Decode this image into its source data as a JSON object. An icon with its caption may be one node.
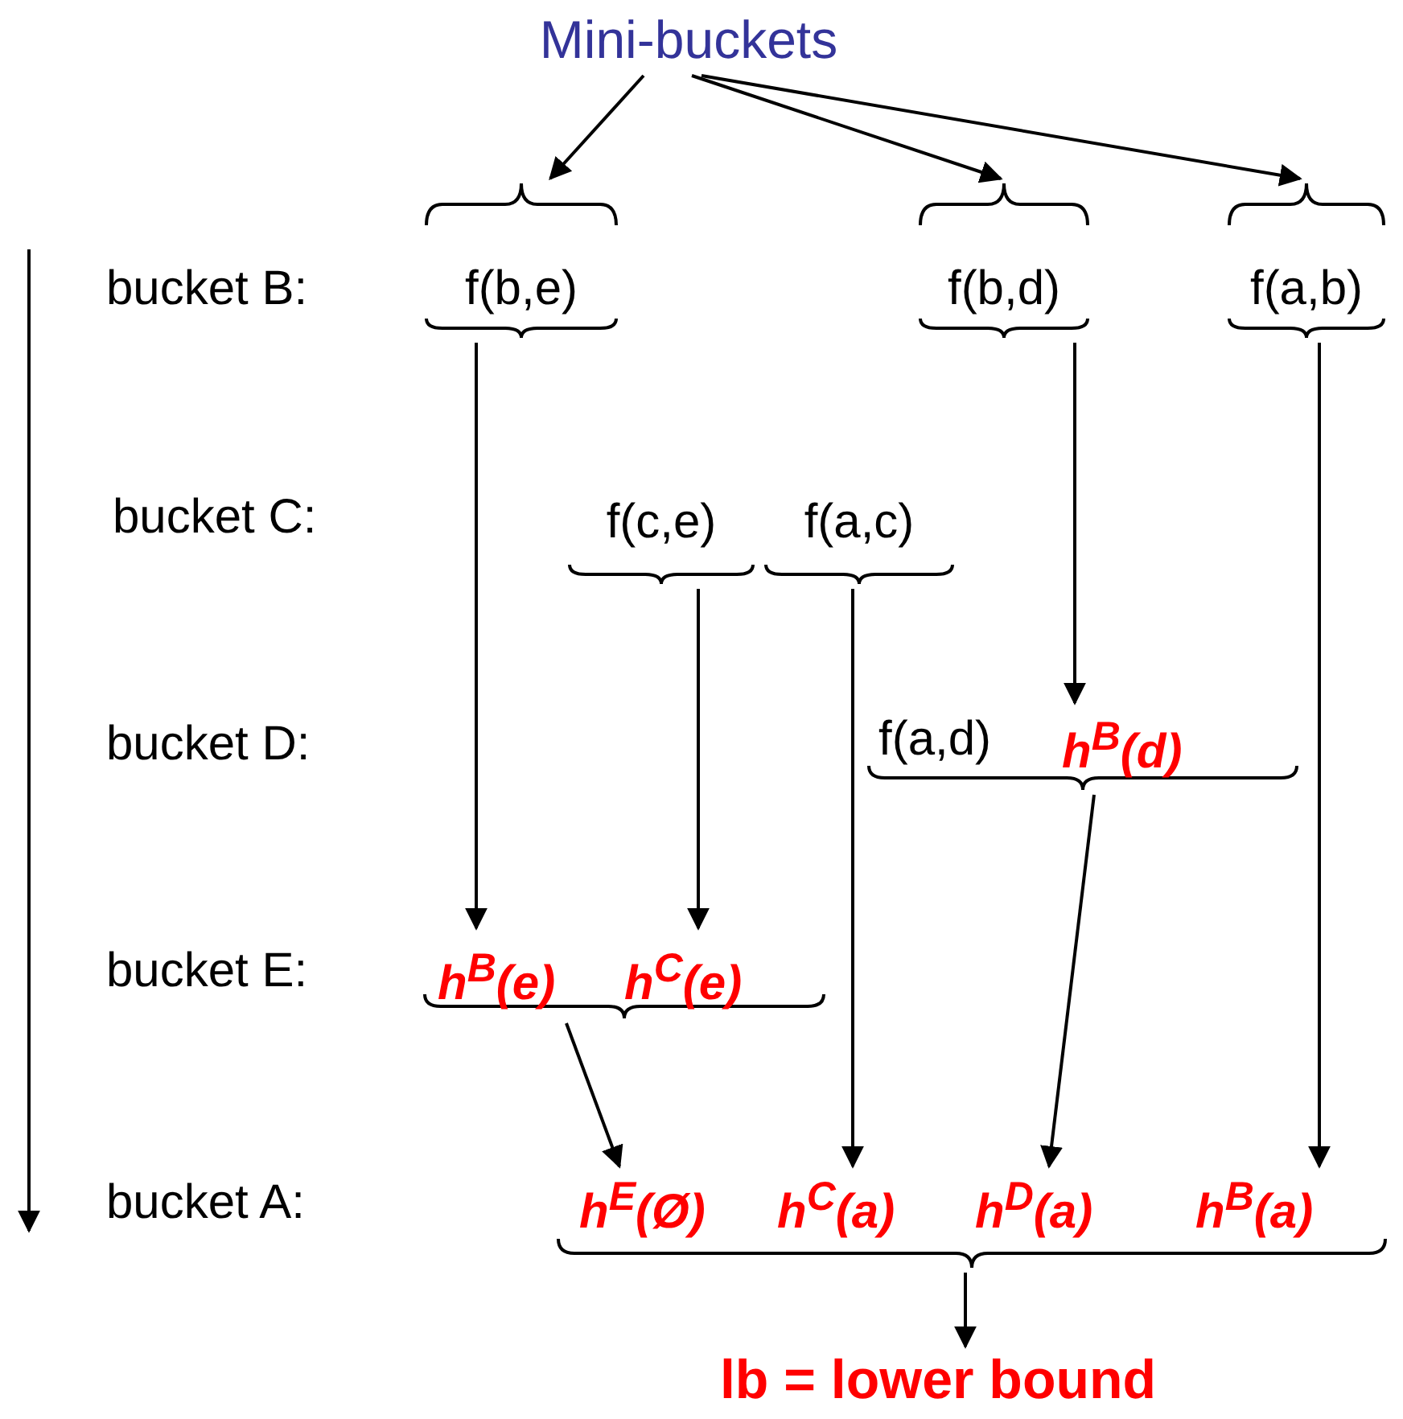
{
  "diagram": {
    "nodes": [
      {
        "text": [
          "Mini-buckets"
        ]
      },
      {
        "text": [
          "f(b,e)"
        ]
      },
      {
        "text": [
          "f(b,d)"
        ]
      },
      {
        "text": [
          "f(a,b)"
        ]
      },
      {
        "text": [
          "f(c,e)"
        ]
      },
      {
        "text": [
          "f(a,c)"
        ]
      },
      {
        "text": [
          "f(a,d)",
          "h$^{B}$(d)"
        ]
      },
      {
        "text": [
          "h$^{B}$(e)",
          "h$^{C}$(e)"
        ]
      },
      {
        "text": [],
        "shape": "brace"
      },
      {
        "text": [
          "h$^{E}$(Ø)"
        ],
        "in": 8
      },
      {
        "text": [
          "h$^{C}$(a)"
        ],
        "in": 8
      },
      {
        "text": [
          "h$^{D}$(a)"
        ],
        "in": 8
      },
      {
        "text": [
          "h$^{B}$(a)"
        ],
        "in": 8
      },
      {
        "text": [
          "lb = lower bound"
        ]
      }
    ],
    "edges": [
      {
        "from": 0,
        "to": 1,
        "arrow": "to"
      },
      {
        "from": 0,
        "to": 2,
        "arrow": "to"
      },
      {
        "from": 0,
        "to": 3,
        "arrow": "to"
      },
      {
        "from": 1,
        "to": 7,
        "arrow": "to"
      },
      {
        "from": 2,
        "to": 6,
        "arrow": "to"
      },
      {
        "from": 3,
        "to": 12,
        "arrow": "to"
      },
      {
        "from": 4,
        "to": 7,
        "arrow": "to"
      },
      {
        "from": 5,
        "to": 10,
        "arrow": "to"
      },
      {
        "from": 6,
        "to": 11,
        "arrow": "to"
      },
      {
        "from": 7,
        "to": 9,
        "arrow": "to"
      },
      {
        "from": 8,
        "to": 13,
        "arrow": "to"
      }
    ],
    "labels": [
      "bucket B:",
      "bucket C:",
      "bucket D:",
      "bucket E:",
      "bucket A:"
    ]
  }
}
